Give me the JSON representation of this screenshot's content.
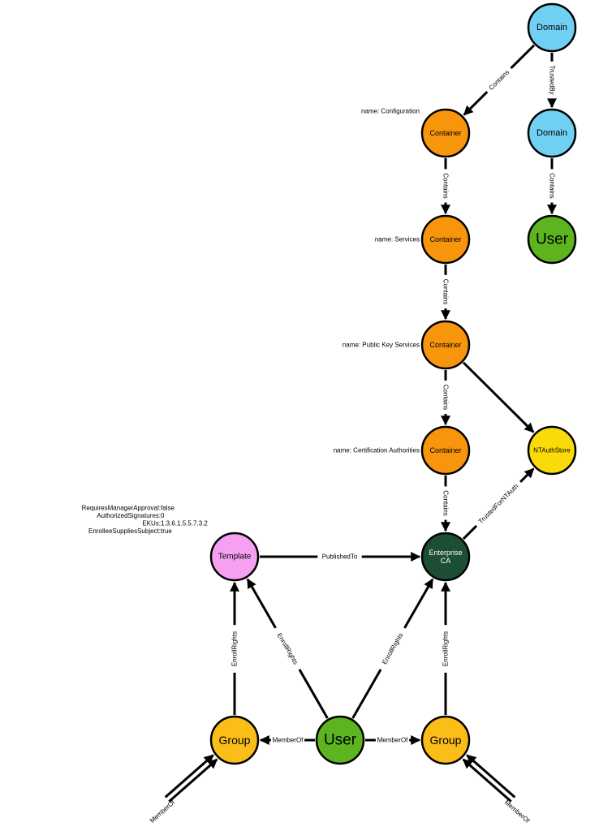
{
  "nodes": [
    {
      "id": "domain_root",
      "label": "Domain",
      "color": "#6fd0f4",
      "text_color": "#000000"
    },
    {
      "id": "domain_trusted",
      "label": "Domain",
      "color": "#6fd0f4",
      "text_color": "#000000"
    },
    {
      "id": "user_foreign",
      "label": "User",
      "color": "#5db41e",
      "text_color": "#000000"
    },
    {
      "id": "container_configuration",
      "label": "Container",
      "color": "#f7950d",
      "text_color": "#000000",
      "property": "name: Configuration"
    },
    {
      "id": "container_services",
      "label": "Container",
      "color": "#f7950d",
      "text_color": "#000000",
      "property": "name: Services"
    },
    {
      "id": "container_pks",
      "label": "Container",
      "color": "#f7950d",
      "text_color": "#000000",
      "property": "name: Public Key Services"
    },
    {
      "id": "container_ca",
      "label": "Container",
      "color": "#f7950d",
      "text_color": "#000000",
      "property": "name: Certification Authorities"
    },
    {
      "id": "ntauthstore",
      "label": "NTAuthStore",
      "color": "#fadb0a",
      "text_color": "#000000"
    },
    {
      "id": "enterprise_ca",
      "label": "Enterprise CA",
      "label_lines": [
        "Enterprise",
        "CA"
      ],
      "color": "#1c4e33",
      "text_color": "#ffffff"
    },
    {
      "id": "template",
      "label": "Template",
      "color": "#f6a0f2",
      "text_color": "#000000"
    },
    {
      "id": "group_left",
      "label": "Group",
      "color": "#fbbd18",
      "text_color": "#000000"
    },
    {
      "id": "user_main",
      "label": "User",
      "color": "#5db41e",
      "text_color": "#000000"
    },
    {
      "id": "group_right",
      "label": "Group",
      "color": "#fbbd18",
      "text_color": "#000000"
    }
  ],
  "template_properties": [
    "RequiresManagerApproval: false",
    "AuthorizedSignatures: 0",
    "EKUs: 1.3.6.1.5.5.7.3.2",
    "EnrolleeSuppliesSubject: true"
  ],
  "edges": [
    {
      "from": "domain_root",
      "to": "container_configuration",
      "label": "Contains"
    },
    {
      "from": "domain_root",
      "to": "domain_trusted",
      "label": "TrustedBy"
    },
    {
      "from": "domain_trusted",
      "to": "user_foreign",
      "label": "Contains"
    },
    {
      "from": "container_configuration",
      "to": "container_services",
      "label": "Contains"
    },
    {
      "from": "container_services",
      "to": "container_pks",
      "label": "Contains"
    },
    {
      "from": "container_pks",
      "to": "container_ca",
      "label": "Contains"
    },
    {
      "from": "container_pks",
      "to": "ntauthstore",
      "label": ""
    },
    {
      "from": "container_ca",
      "to": "enterprise_ca",
      "label": "Contains"
    },
    {
      "from": "enterprise_ca",
      "to": "ntauthstore",
      "label": "TrustedForNTAuth"
    },
    {
      "from": "template",
      "to": "enterprise_ca",
      "label": "PublishedTo"
    },
    {
      "from": "group_left",
      "to": "template",
      "label": "EnrollRights"
    },
    {
      "from": "user_main",
      "to": "template",
      "label": "EnrollRights"
    },
    {
      "from": "user_main",
      "to": "enterprise_ca",
      "label": "EnrollRights"
    },
    {
      "from": "group_right",
      "to": "enterprise_ca",
      "label": "EnrollRights"
    },
    {
      "from": "user_main",
      "to": "group_left",
      "label": "MemberOf"
    },
    {
      "from": "user_main",
      "to": "group_right",
      "label": "MemberOf"
    }
  ],
  "external_edges": [
    {
      "to": "group_left",
      "label": "MemberOf"
    },
    {
      "to": "group_right",
      "label": "MemberOf"
    }
  ]
}
